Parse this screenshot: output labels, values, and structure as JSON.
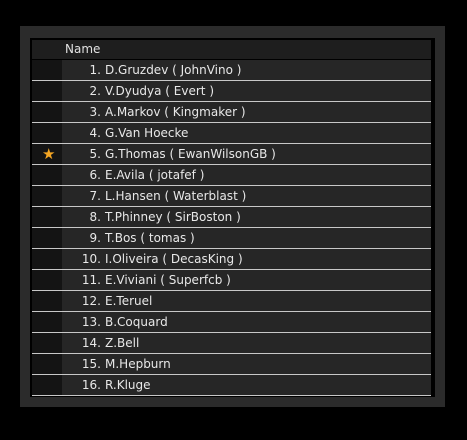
{
  "table": {
    "header": {
      "name_label": "Name"
    },
    "accent_color": "#f5a623",
    "rows": [
      {
        "pos": "1.",
        "label": "D.Gruzdev  ( JohnVino )",
        "starred": false
      },
      {
        "pos": "2.",
        "label": "V.Dyudya  ( Evert )",
        "starred": false
      },
      {
        "pos": "3.",
        "label": "A.Markov  ( Kingmaker )",
        "starred": false
      },
      {
        "pos": "4.",
        "label": "G.Van Hoecke",
        "starred": false
      },
      {
        "pos": "5.",
        "label": "G.Thomas  ( EwanWilsonGB )",
        "starred": true,
        "icon": "star-icon"
      },
      {
        "pos": "6.",
        "label": "E.Avila  ( jotafef )",
        "starred": false
      },
      {
        "pos": "7.",
        "label": "L.Hansen  ( Waterblast )",
        "starred": false
      },
      {
        "pos": "8.",
        "label": "T.Phinney  ( SirBoston )",
        "starred": false
      },
      {
        "pos": "9.",
        "label": "T.Bos  ( tomas )",
        "starred": false
      },
      {
        "pos": "10.",
        "label": "I.Oliveira  ( DecasKing )",
        "starred": false
      },
      {
        "pos": "11.",
        "label": "E.Viviani  ( Superfcb )",
        "starred": false
      },
      {
        "pos": "12.",
        "label": "E.Teruel",
        "starred": false
      },
      {
        "pos": "13.",
        "label": "B.Coquard",
        "starred": false
      },
      {
        "pos": "14.",
        "label": "Z.Bell",
        "starred": false
      },
      {
        "pos": "15.",
        "label": "M.Hepburn",
        "starred": false
      },
      {
        "pos": "16.",
        "label": "R.Kluge",
        "starred": false
      }
    ]
  }
}
